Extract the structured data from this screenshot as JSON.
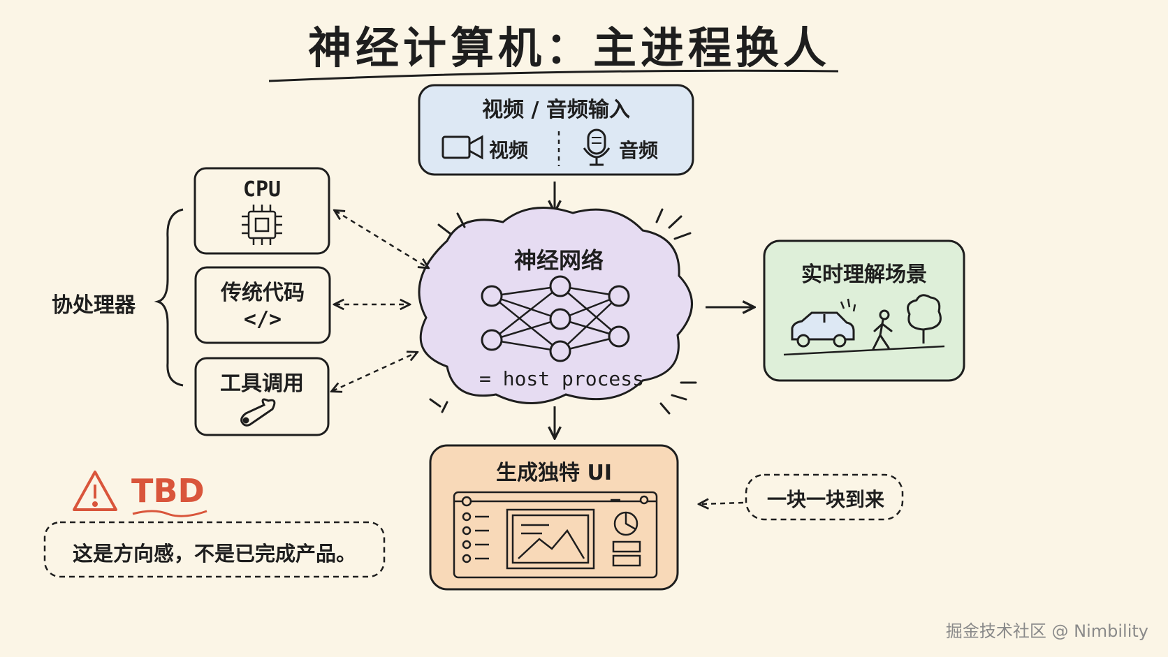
{
  "title": "神经计算机：主进程换人",
  "input_box": {
    "title": "视频 / 音频输入",
    "video_label": "视频",
    "audio_label": "音频"
  },
  "coprocessors": {
    "group_label": "协处理器",
    "cpu_label": "CPU",
    "legacy_code_label": "传统代码",
    "legacy_code_symbol": "</>",
    "tool_call_label": "工具调用"
  },
  "neural_net": {
    "title": "神经网络",
    "subtitle": "= host process"
  },
  "scene_box": {
    "title": "实时理解场景"
  },
  "ui_box": {
    "title": "生成独特 UI"
  },
  "chunk_note": "一块一块到来",
  "warning": {
    "tag": "TBD",
    "note": "这是方向感，不是已完成产品。"
  },
  "watermark": "掘金技术社区 @ Nimbility",
  "colors": {
    "background": "#fbf5e6",
    "input_box": "#dde8f4",
    "cloud": "#e6dcf2",
    "scene_box": "#deefd9",
    "ui_box": "#f8d9b8",
    "warning": "#d9553b"
  }
}
